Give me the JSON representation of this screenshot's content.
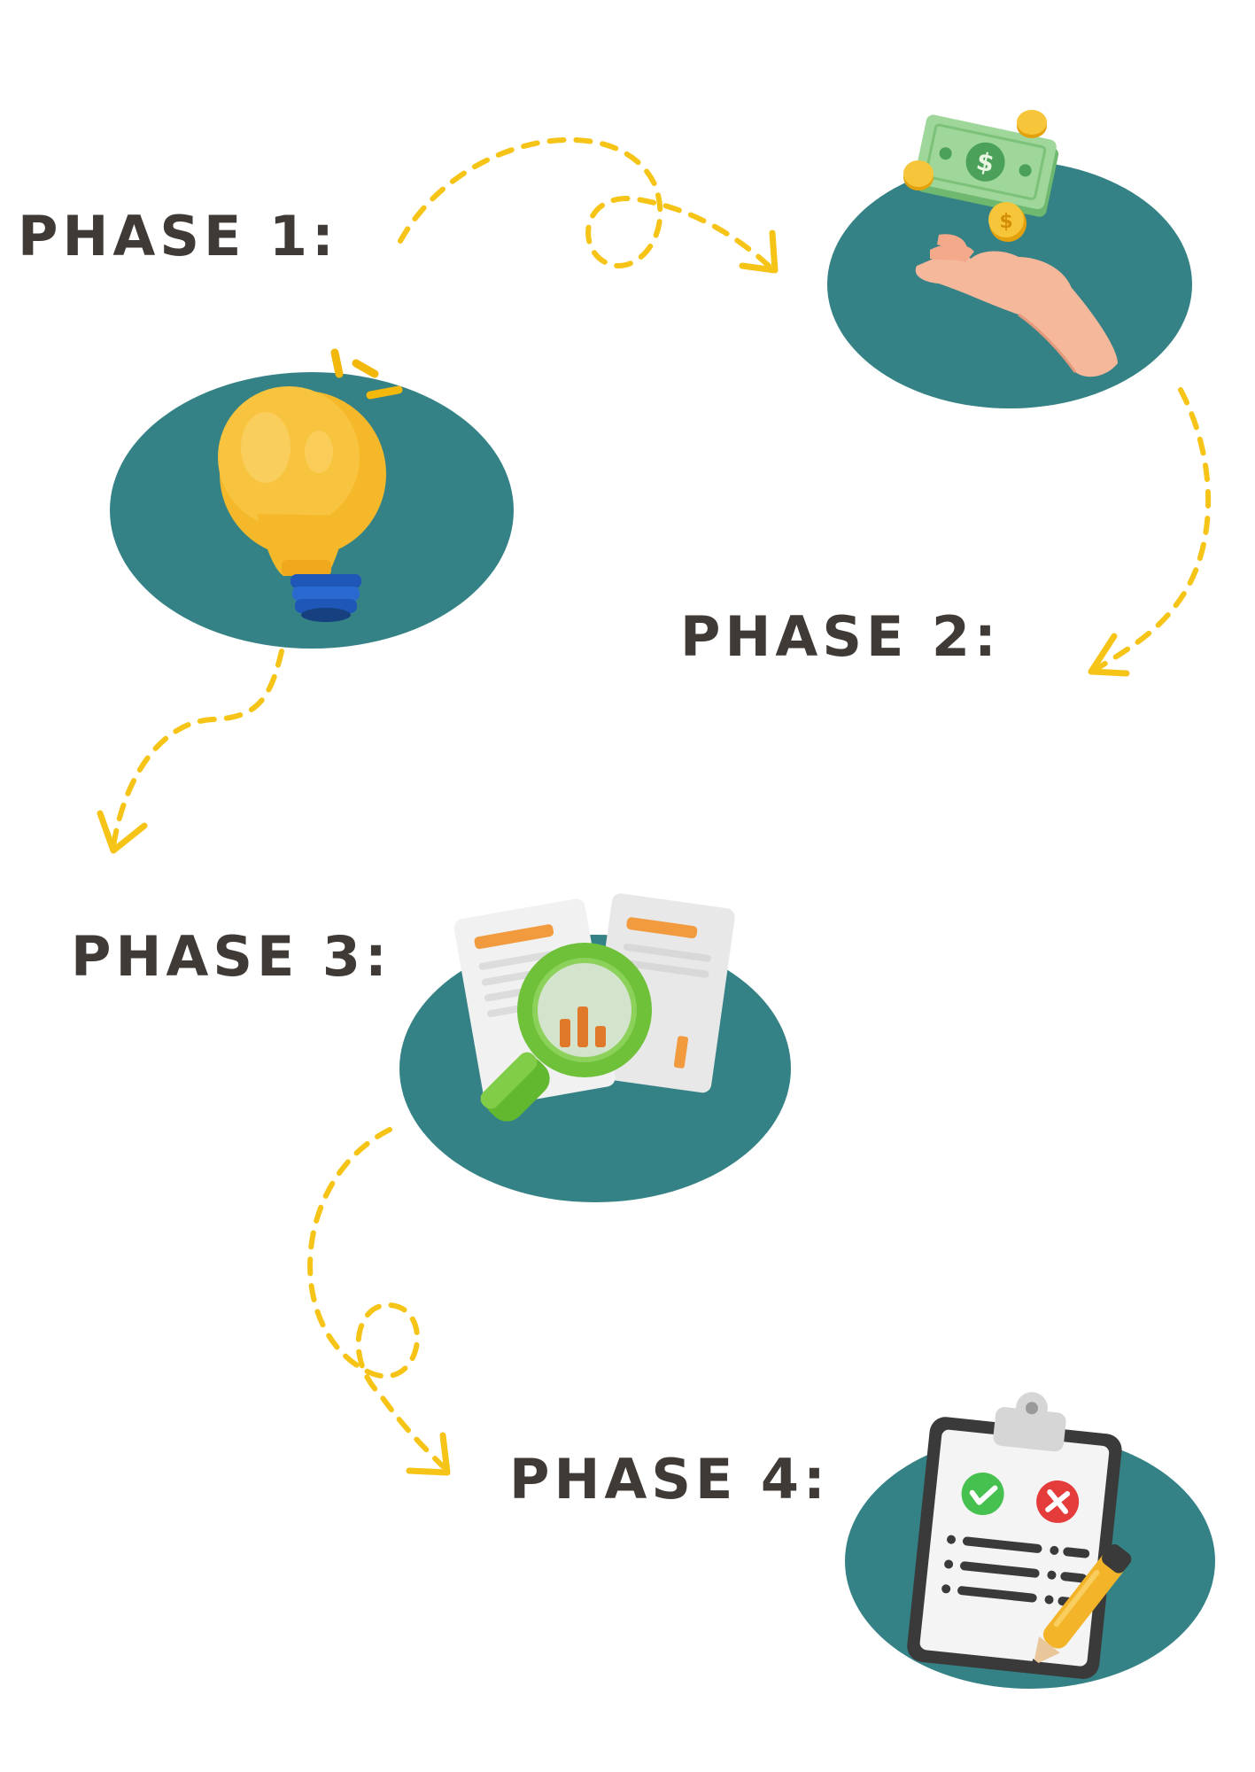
{
  "colors": {
    "ellipse": "#358286",
    "arrow": "#f6c416",
    "label": "#3f3a36"
  },
  "phases": [
    {
      "label": "PHASE 1:",
      "icon": "lightbulb-icon"
    },
    {
      "label": "PHASE 2:",
      "icon": "money-hand-icon"
    },
    {
      "label": "PHASE 3:",
      "icon": "magnifier-documents-icon"
    },
    {
      "label": "PHASE 4:",
      "icon": "clipboard-checklist-icon"
    }
  ]
}
